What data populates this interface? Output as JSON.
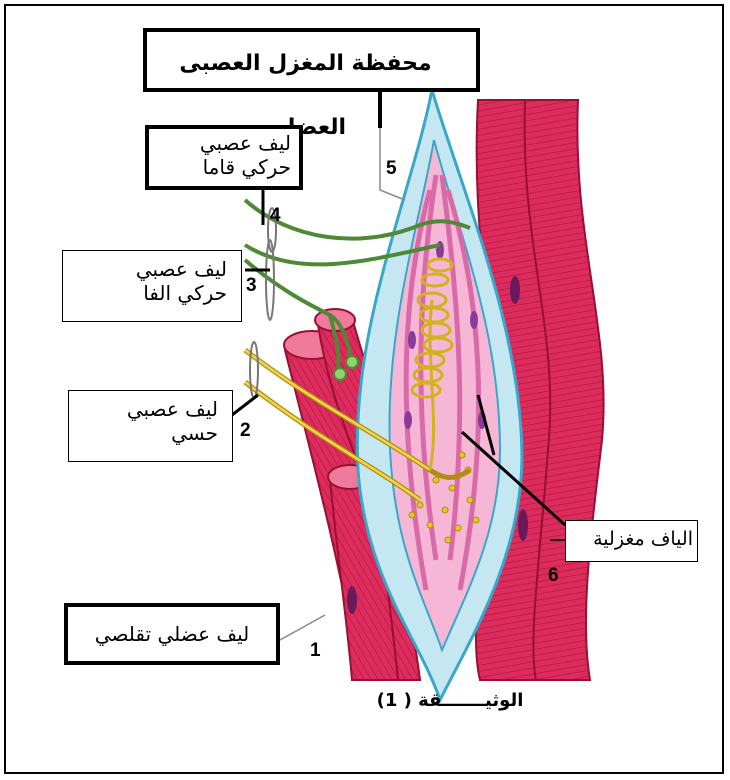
{
  "title_box": "محفظة المغزل العصبى العضلي",
  "labels": {
    "gamma_motor": [
      "ليف عصبي",
      "حركي قاما"
    ],
    "alpha_motor": [
      "ليف عصبي",
      "حركي الفا"
    ],
    "sensory": [
      "ليف عصبي",
      "حسي"
    ],
    "spindle_fibers": "الياف مغزلية",
    "contractile_fiber": "ليف عضلي تقلصي"
  },
  "numbers": [
    "1",
    "2",
    "3",
    "4",
    "5",
    "6"
  ],
  "caption": "الوثيـــــــقة ( 1)",
  "colors": {
    "muscle": "#d9285a",
    "muscle_light": "#f07a9c",
    "capsule": "#a8dcec",
    "capsule_edge": "#3aa7c9",
    "spindle_fill": "#f6b7d6",
    "motor_nerve": "#6aa84f",
    "sensory_nerve": "#d4b21e"
  }
}
